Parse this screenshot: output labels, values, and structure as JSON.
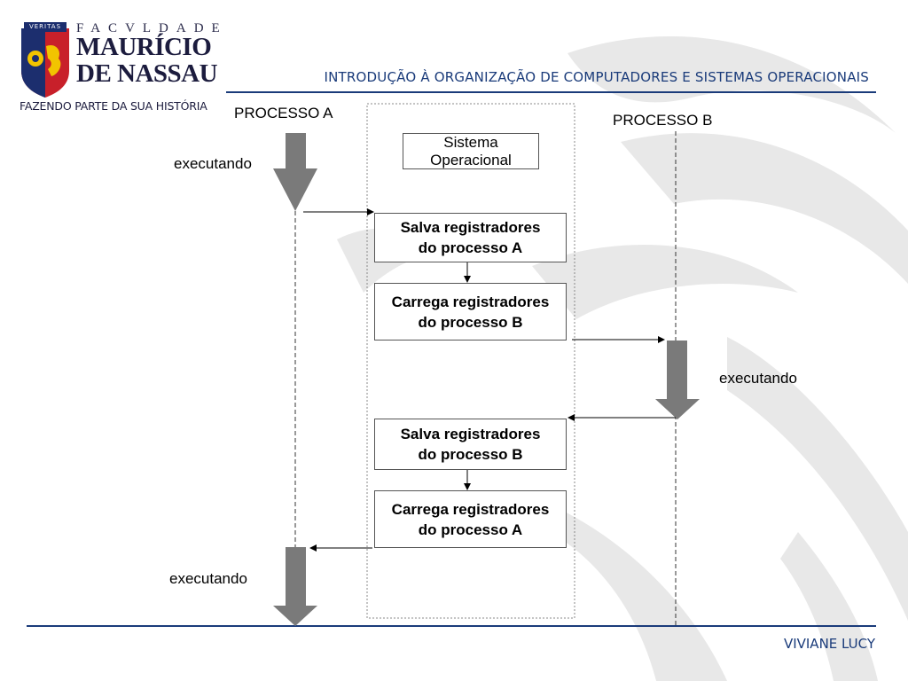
{
  "logo": {
    "badge": "VERITAS",
    "line1": "FACVLDADE",
    "line2": "MAURÍCIO",
    "line3": "DE NASSAU",
    "tagline": "FAZENDO PARTE DA SUA HISTÓRIA"
  },
  "header": {
    "title": "INTRODUÇÃO À ORGANIZAÇÃO DE COMPUTADORES E SISTEMAS OPERACIONAIS"
  },
  "footer": {
    "author": "VIVIANE LUCY"
  },
  "diagram": {
    "process_a": "PROCESSO A",
    "process_b": "PROCESSO B",
    "so_line1": "Sistema",
    "so_line2": "Operacional",
    "running_a1": "executando",
    "running_b": "executando",
    "running_a2": "executando",
    "step1_line1": "Salva registradores",
    "step1_line2": "do processo A",
    "step2_line1": "Carrega registradores",
    "step2_line2": "do processo B",
    "step3_line1": "Salva registradores",
    "step3_line2": "do processo B",
    "step4_line1": "Carrega registradores",
    "step4_line2": "do processo A"
  },
  "colors": {
    "accent": "#1a3b7a",
    "arrow_gray": "#7a7a7a",
    "logo_red": "#c8202a",
    "logo_yellow": "#f2c400"
  }
}
